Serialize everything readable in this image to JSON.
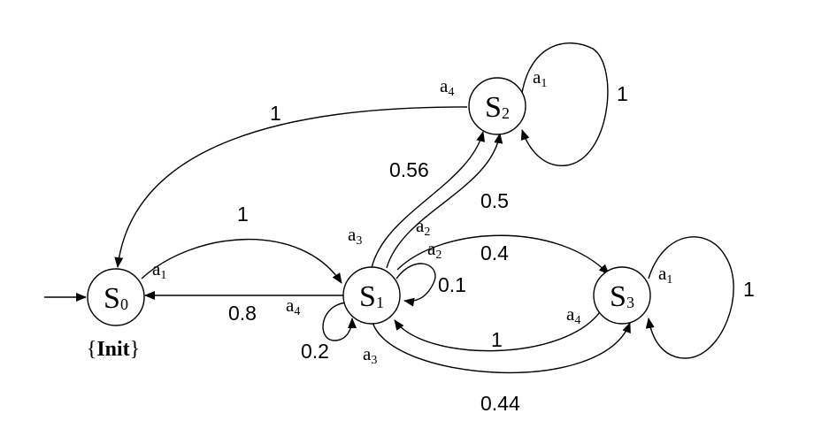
{
  "states": [
    {
      "id": "S0",
      "letter": "S",
      "sub": "0"
    },
    {
      "id": "S1",
      "letter": "S",
      "sub": "1"
    },
    {
      "id": "S2",
      "letter": "S",
      "sub": "2"
    },
    {
      "id": "S3",
      "letter": "S",
      "sub": "3"
    }
  ],
  "init_label": {
    "open": "{",
    "word": "Init",
    "close": "}"
  },
  "actions": [
    {
      "letter": "a",
      "sub": "1"
    },
    {
      "letter": "a",
      "sub": "2"
    },
    {
      "letter": "a",
      "sub": "3"
    },
    {
      "letter": "a",
      "sub": "4"
    }
  ],
  "edges": [
    {
      "from": "S0",
      "to": "S1",
      "action": "a1",
      "prob": "1"
    },
    {
      "from": "S1",
      "to": "S0",
      "action": "a4",
      "prob": "0.8"
    },
    {
      "from": "S1",
      "to": "S1",
      "action": "a4",
      "prob": "0.2"
    },
    {
      "from": "S1",
      "to": "S2",
      "action": "a3",
      "prob": "0.56"
    },
    {
      "from": "S1",
      "to": "S2",
      "action": "a2",
      "prob": "0.5"
    },
    {
      "from": "S1",
      "to": "S1",
      "action": "a2",
      "prob": "0.1"
    },
    {
      "from": "S1",
      "to": "S3",
      "action": "a2",
      "prob": "0.4"
    },
    {
      "from": "S1",
      "to": "S3",
      "action": "a3",
      "prob": "0.44"
    },
    {
      "from": "S3",
      "to": "S1",
      "action": "a4",
      "prob": "1"
    },
    {
      "from": "S2",
      "to": "S0",
      "action": "a4",
      "prob": "1"
    },
    {
      "from": "S2",
      "to": "S2",
      "action": "a1",
      "prob": "1"
    },
    {
      "from": "S3",
      "to": "S3",
      "action": "a1",
      "prob": "1"
    }
  ]
}
